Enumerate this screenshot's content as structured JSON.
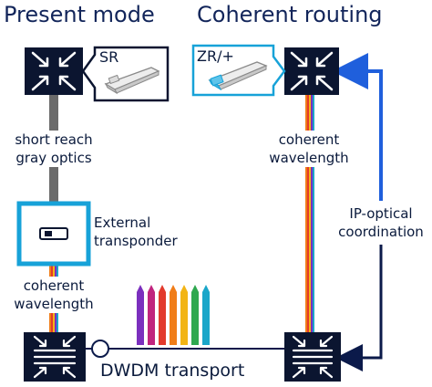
{
  "titles": {
    "left": "Present mode",
    "right": "Coherent routing"
  },
  "labels": {
    "sr_module": "SR",
    "zr_module": "ZR/+",
    "short_reach_line1": "short reach",
    "short_reach_line2": "gray optics",
    "external_line1": "External",
    "external_line2": "transponder",
    "coherent_left_line1": "coherent",
    "coherent_left_line2": "wavelength",
    "coherent_right_line1": "coherent",
    "coherent_right_line2": "wavelength",
    "ip_optical_line1": "IP-optical",
    "ip_optical_line2": "coordination",
    "dwdm": "DWDM transport"
  },
  "colors": {
    "node_fill": "#0b1530",
    "cyan": "#17a2d8",
    "gray_fiber": "#6b6b6b",
    "blue_arrow": "#1f5fdc",
    "navy_line": "#0b1a4a",
    "text": "#0a1a3c",
    "title": "#12255a",
    "wavelengths": [
      "#7b2fbe",
      "#c0247e",
      "#e23a2c",
      "#f07d18",
      "#f2b415",
      "#2fa84f",
      "#1aa6c9"
    ]
  },
  "icons": {
    "router_icon": "arrows-converging-icon",
    "roadm_icon": "roadm-arrows-icon",
    "transponder_icon": "transponder-icon",
    "pluggable_icon": "pluggable-module-icon"
  }
}
